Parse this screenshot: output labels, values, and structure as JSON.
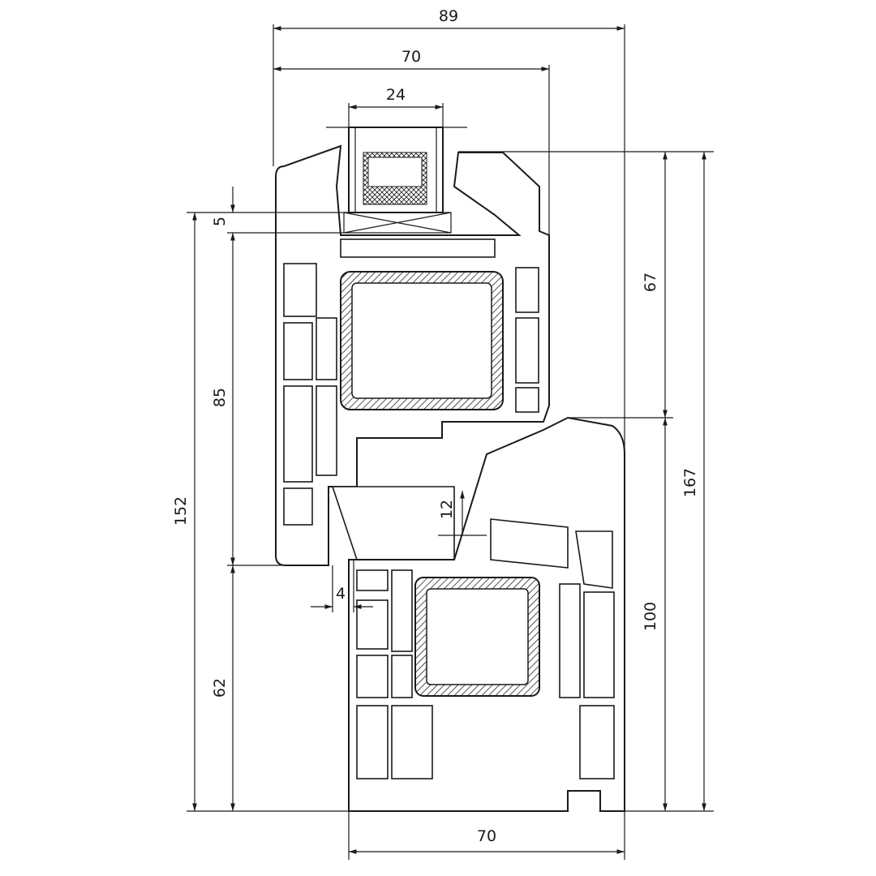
{
  "drawing": {
    "title": "Window profile cross-section",
    "dimensions": {
      "overall_width_top": "89",
      "sash_width": "70",
      "glazing_thickness": "24",
      "glazing_offset": "5",
      "sash_upper_height": "67",
      "sash_height": "85",
      "total_height_left": "152",
      "total_height_right": "167",
      "rebate_height": "12",
      "overlap": "4",
      "frame_height": "100",
      "frame_lower": "62",
      "frame_width": "70"
    }
  }
}
